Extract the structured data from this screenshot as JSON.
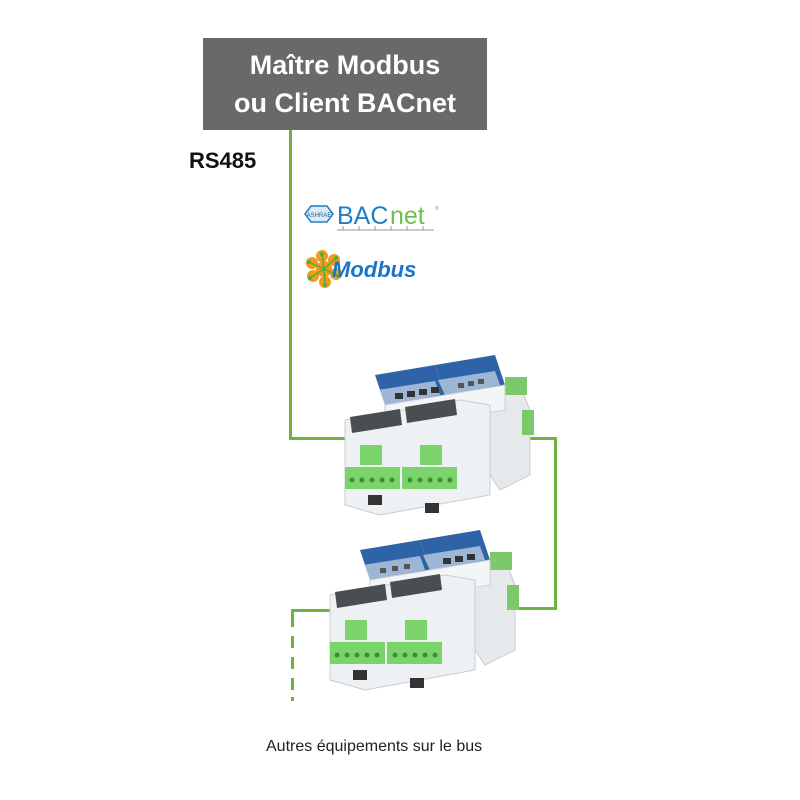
{
  "master": {
    "line1": "Maître Modbus",
    "line2": "ou Client BACnet"
  },
  "bus_label": "RS485",
  "protocols": [
    {
      "name": "BACnet",
      "icon": "bacnet-logo"
    },
    {
      "name": "Modbus",
      "icon": "modbus-logo"
    }
  ],
  "footer": "Autres équipements sur le bus",
  "colors": {
    "master_bg": "#6b6868",
    "wire": "#6db33f",
    "bacnet_blue": "#1f7fc4",
    "bacnet_green": "#6bbf4a",
    "modbus_orange": "#f39a1e",
    "modbus_blue": "#1a74c9",
    "device_body": "#eef1f3",
    "device_label": "#2f63a8",
    "terminal_green": "#7bd36b"
  }
}
